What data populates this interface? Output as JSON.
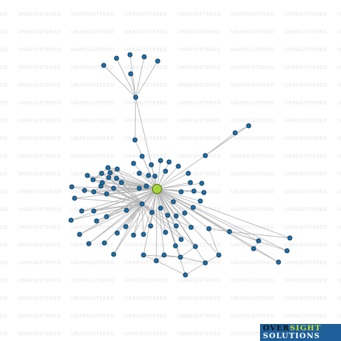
{
  "watermark": {
    "text": "UNREGISTERED"
  },
  "logo": {
    "word1": "OVER",
    "word2": "SIGHT",
    "line2": "SOLUTIONS"
  },
  "colors": {
    "node_fill": "#1e6fa8",
    "node_stroke": "#0d2f4a",
    "hub_fill": "#a8d63a",
    "hub_stroke": "#4a6a10",
    "edge": "#b4b4b4",
    "watermark": "#e6e6e6",
    "logo_bg": "#1f5f9a",
    "logo_accent": "#c8dd2c"
  },
  "network": {
    "focus_node": "hub",
    "node_count": 100
  }
}
